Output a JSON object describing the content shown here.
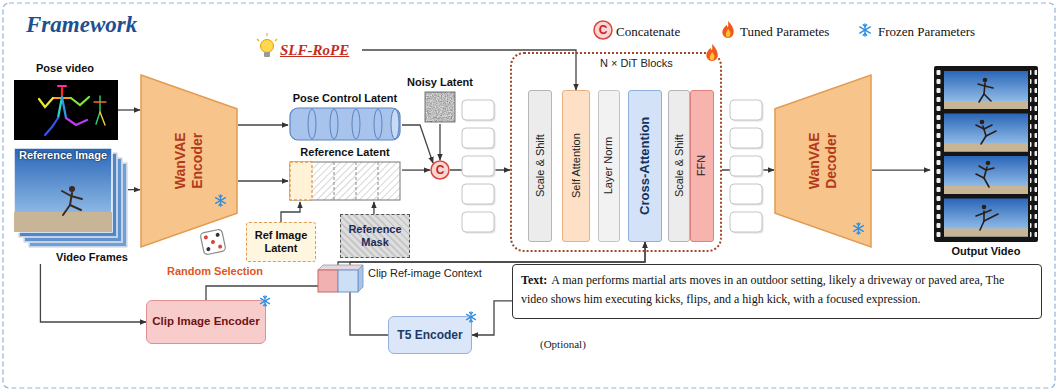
{
  "diagram": {
    "title": "Framework",
    "nodes": [
      {
        "text": [
          "Pose video"
        ]
      },
      {
        "text": [
          "Reference Image",
          "Video Frames"
        ]
      },
      {
        "text": [
          "WanVAE Encoder"
        ]
      },
      {
        "text": [
          "Pose Control Latent"
        ]
      },
      {
        "text": [
          "Reference Latent"
        ]
      },
      {
        "text": [
          "Ref Image Latent"
        ]
      },
      {
        "text": [
          "Reference Mask"
        ]
      },
      {
        "text": [
          "Noisy Latent"
        ]
      },
      {
        "text": [
          "C"
        ]
      },
      {
        "text": [
          "SLF-RoPE"
        ]
      },
      {
        "text": [
          "N × DiT Blocks"
        ]
      },
      {
        "text": [
          "Scale & Shift"
        ],
        "in": 10
      },
      {
        "text": [
          "Self Attention"
        ],
        "in": 10
      },
      {
        "text": [
          "Layer Norm"
        ],
        "in": 10
      },
      {
        "text": [
          "Cross-Attention"
        ],
        "in": 10
      },
      {
        "text": [
          "Scale & Shift"
        ],
        "in": 10
      },
      {
        "text": [
          "FFN"
        ],
        "in": 10
      },
      {
        "text": [
          "WanVAE Decoder"
        ]
      },
      {
        "text": [
          "Output Video"
        ]
      },
      {
        "text": [
          "Clip Image Encoder"
        ]
      },
      {
        "text": [
          "T5 Encoder"
        ]
      },
      {
        "text": [
          "Text:",
          "A man performs martial arts moves in an outdoor setting, likely a driveway or paved area, The video shows him executing kicks, flips, and a high kick, with a focused expression."
        ]
      }
    ],
    "edges": [
      {
        "from": 0,
        "to": 2,
        "arrow": "to"
      },
      {
        "from": 1,
        "to": 2,
        "arrow": "to"
      },
      {
        "from": 2,
        "to": 3,
        "arrow": "to"
      },
      {
        "from": 2,
        "to": 4,
        "arrow": "to"
      },
      {
        "from": 5,
        "to": 4,
        "arrow": "to"
      },
      {
        "from": 6,
        "to": 4,
        "arrow": "to"
      },
      {
        "from": 3,
        "to": 8,
        "arrow": "to"
      },
      {
        "from": 4,
        "to": 8,
        "arrow": "to"
      },
      {
        "from": 7,
        "to": 8,
        "arrow": "to"
      },
      {
        "from": 8,
        "to": 10,
        "arrow": "to"
      },
      {
        "from": 9,
        "to": 12,
        "arrow": "to"
      },
      {
        "from": 10,
        "to": 17,
        "arrow": "to"
      },
      {
        "from": 17,
        "to": 18,
        "arrow": "to"
      },
      {
        "from": 1,
        "to": 19,
        "arrow": "to"
      },
      {
        "from": 19,
        "to": 14,
        "label": "Clip Ref-image Context",
        "arrow": "to"
      },
      {
        "from": 20,
        "to": 14,
        "arrow": "to"
      },
      {
        "from": 21,
        "to": 20,
        "arrow": "to"
      }
    ],
    "labels": [
      "C",
      "Random Selection",
      "(Optional)"
    ],
    "legend": [
      {
        "text": "Concatenate"
      },
      {
        "text": "Tuned Parametes"
      },
      {
        "text": "Frozen Parameters"
      }
    ]
  }
}
